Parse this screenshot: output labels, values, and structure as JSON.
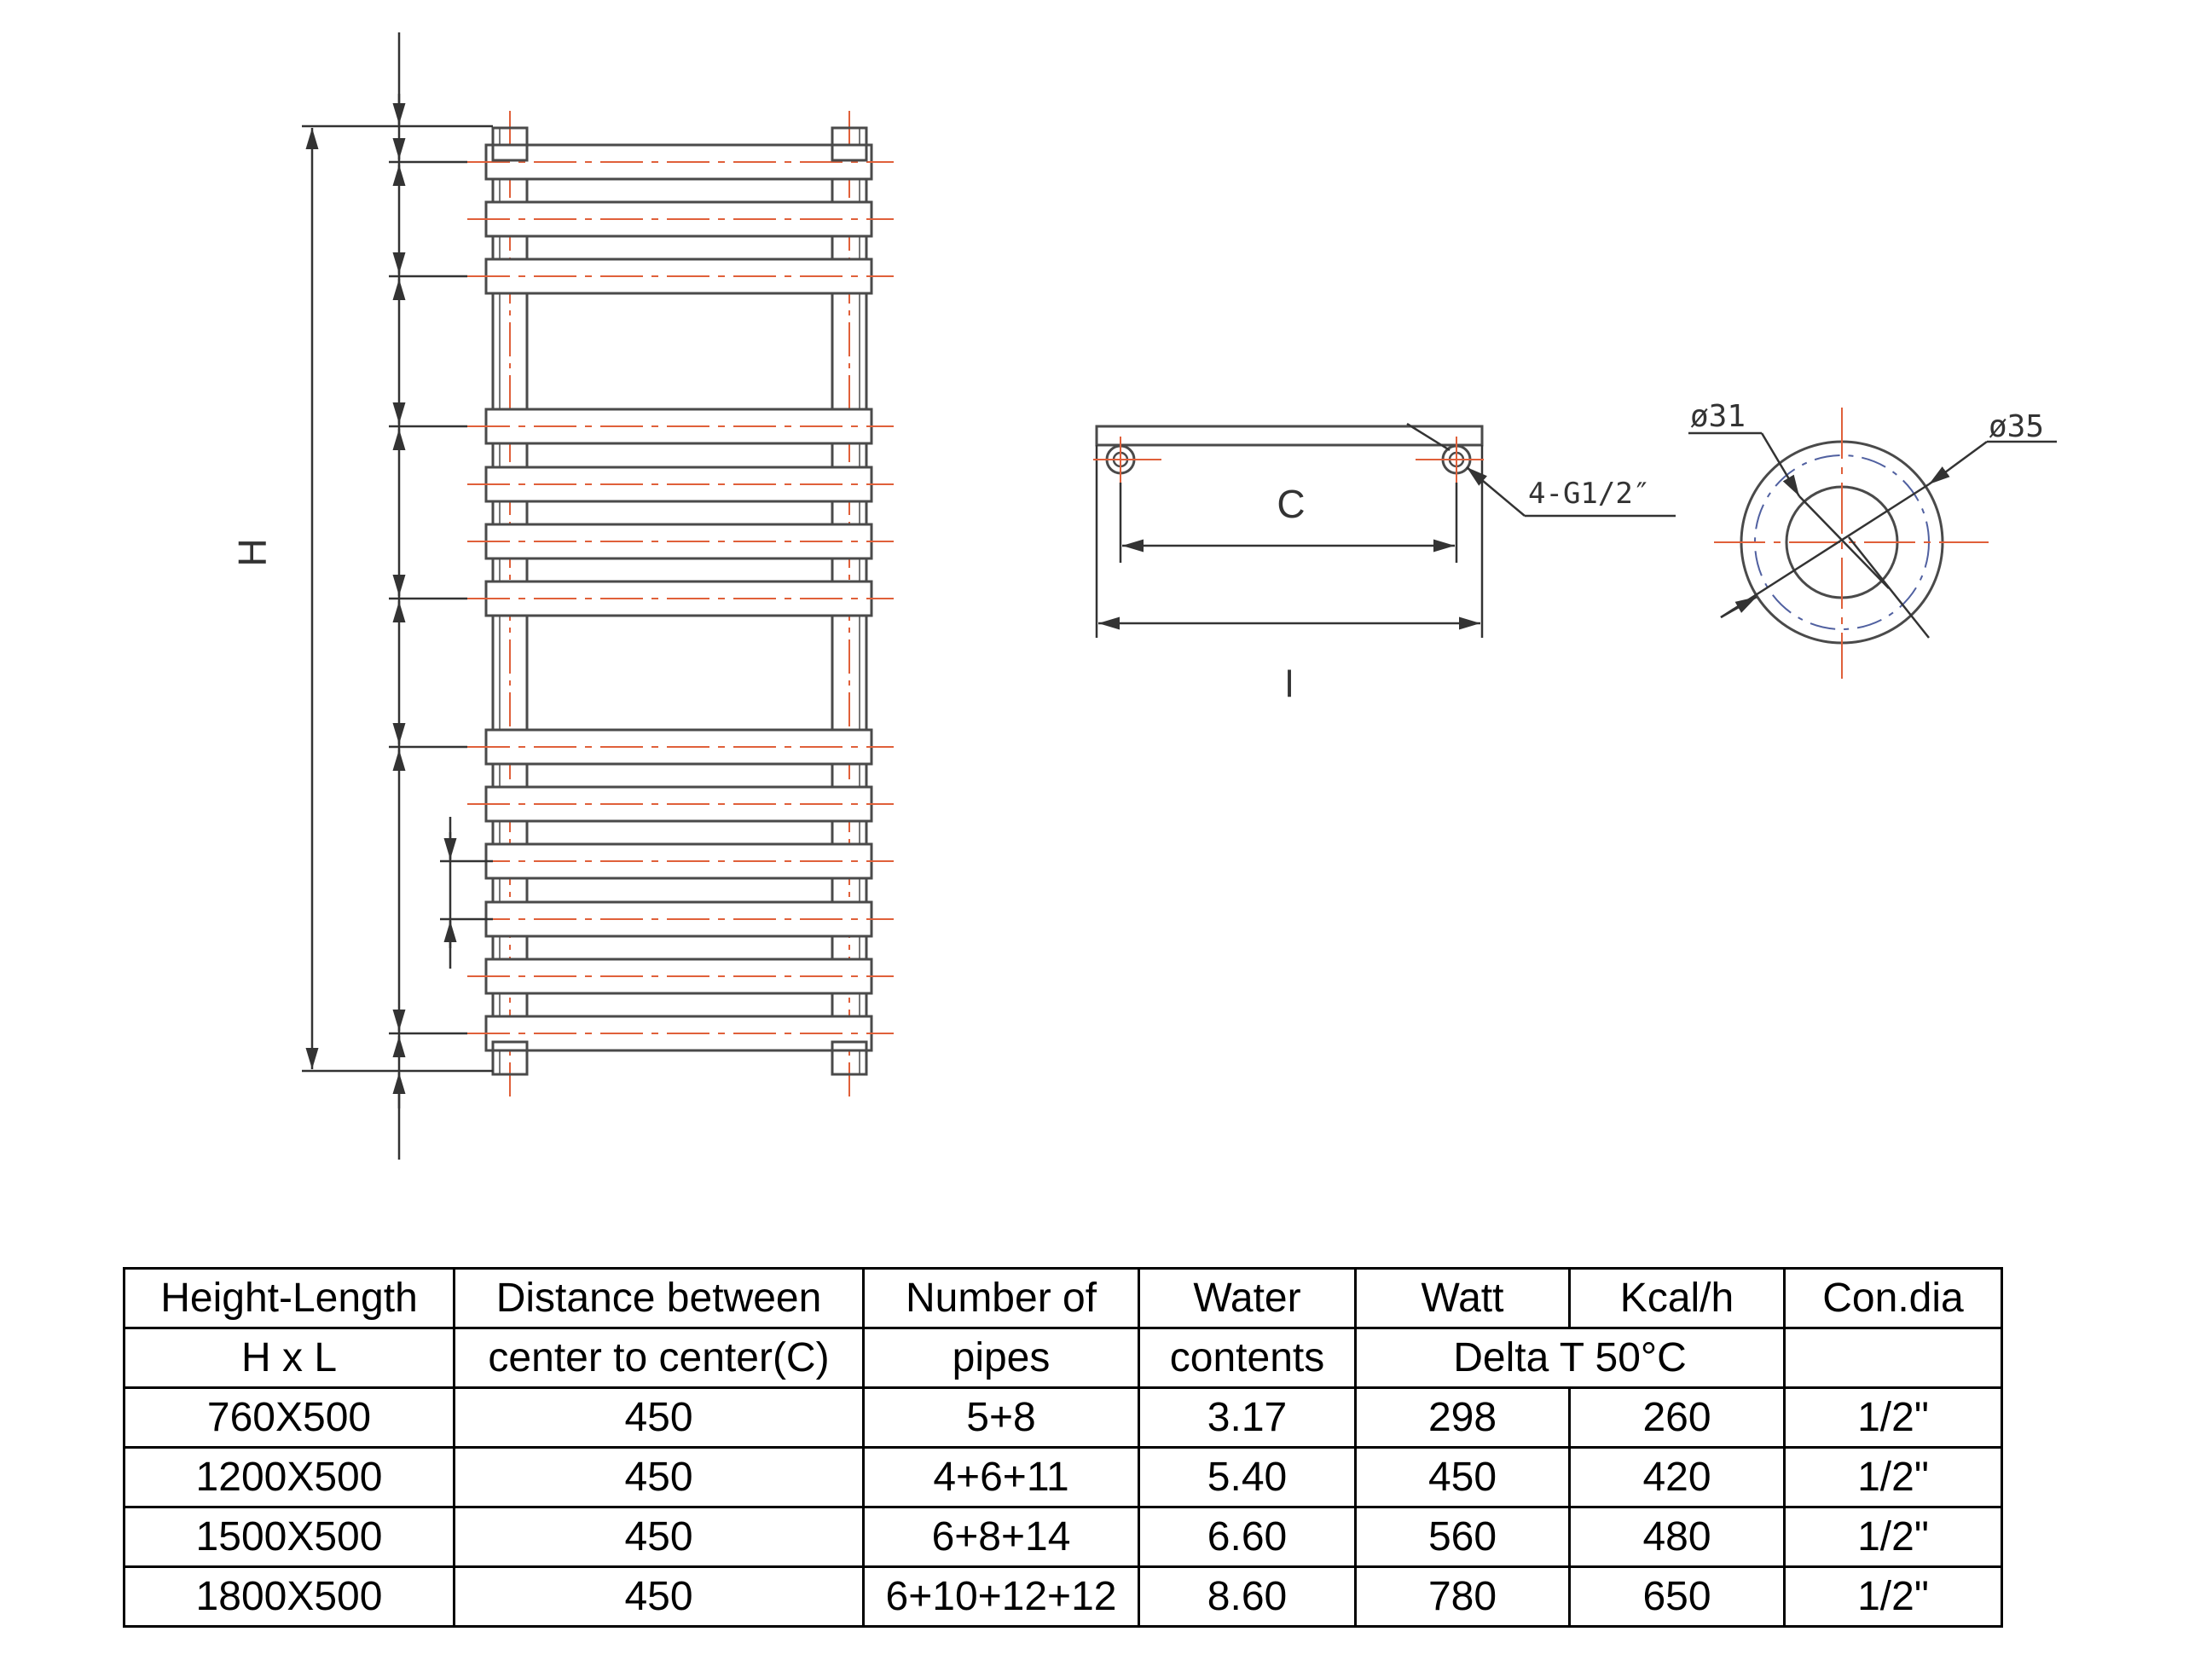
{
  "drawing": {
    "front_view": {
      "height_label": "H"
    },
    "top_view": {
      "center_label": "C",
      "length_label": "l",
      "thread_callout": "4-G1/2″"
    },
    "pipe_section": {
      "inner_diameter": "ø31",
      "outer_diameter": "ø35"
    }
  },
  "table": {
    "header_row1": [
      "Height-Length",
      "Distance between",
      "Number of",
      "Water",
      "Watt",
      "Kcal/h",
      "Con.dia"
    ],
    "header_row2": [
      "H x L",
      "center to center(C)",
      "pipes",
      "contents",
      "Delta T 50°C",
      ""
    ],
    "rows": [
      [
        "760X500",
        "450",
        "5+8",
        "3.17",
        "298",
        "260",
        "1/2\""
      ],
      [
        "1200X500",
        "450",
        "4+6+11",
        "5.40",
        "450",
        "420",
        "1/2\""
      ],
      [
        "1500X500",
        "450",
        "6+8+14",
        "6.60",
        "560",
        "480",
        "1/2\""
      ],
      [
        "1800X500",
        "450",
        "6+10+12+12",
        "8.60",
        "780",
        "650",
        "1/2\""
      ]
    ]
  },
  "colors": {
    "line": "#4a4a4a",
    "centerline": "#e0603a",
    "dashed_circle": "#5060a0"
  }
}
